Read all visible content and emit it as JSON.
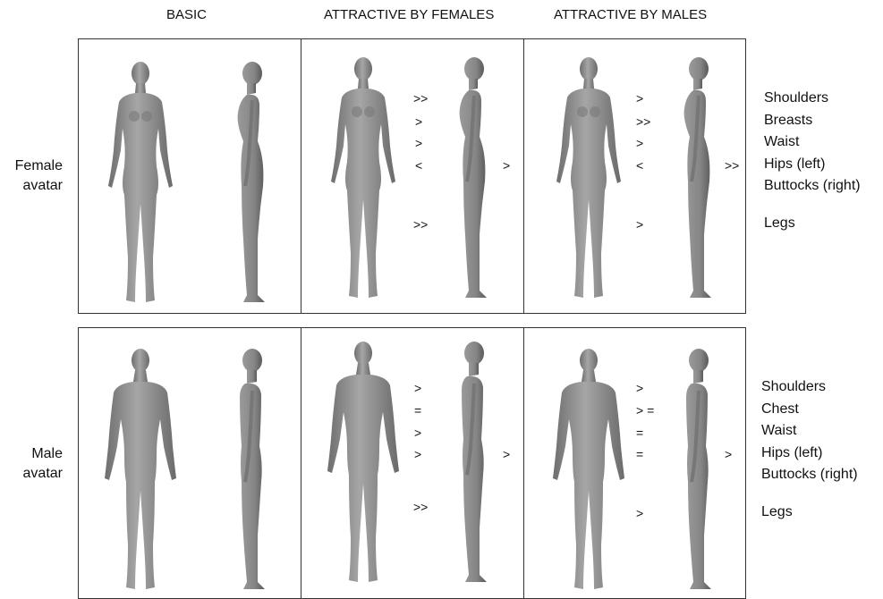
{
  "columns": {
    "basic": "BASIC",
    "by_females": "ATTRACTIVE  BY FEMALES",
    "by_males": "ATTRACTIVE  BY MALES"
  },
  "rows": {
    "female": {
      "line1": "Female",
      "line2": "avatar"
    },
    "male": {
      "line1": "Male",
      "line2": "avatar"
    }
  },
  "female_legend": [
    "Shoulders",
    "Breasts",
    "Waist",
    "Hips (left)",
    "Buttocks (right)",
    "Legs"
  ],
  "male_legend": [
    "Shoulders",
    "Chest",
    "Waist",
    "Hips (left)",
    "Buttocks (right)",
    "Legs"
  ],
  "female_by_females": {
    "shoulders": ">>",
    "breasts": ">",
    "waist": ">",
    "hips": "<",
    "buttocks": ">",
    "legs": ">>"
  },
  "female_by_males": {
    "shoulders": ">",
    "breasts": ">>",
    "waist": ">",
    "hips": "<",
    "buttocks": ">>",
    "legs": ">"
  },
  "male_by_females": {
    "shoulders": ">",
    "chest": "=",
    "waist": ">",
    "hips": ">",
    "buttocks": ">",
    "legs": ">>"
  },
  "male_by_males": {
    "shoulders": ">",
    "chest": "> =",
    "waist": "=",
    "hips": "=",
    "buttocks": ">",
    "legs": ">"
  },
  "colors": {
    "body": "#8e8e8e",
    "body_shade": "#6a6a6a",
    "border": "#333333"
  }
}
